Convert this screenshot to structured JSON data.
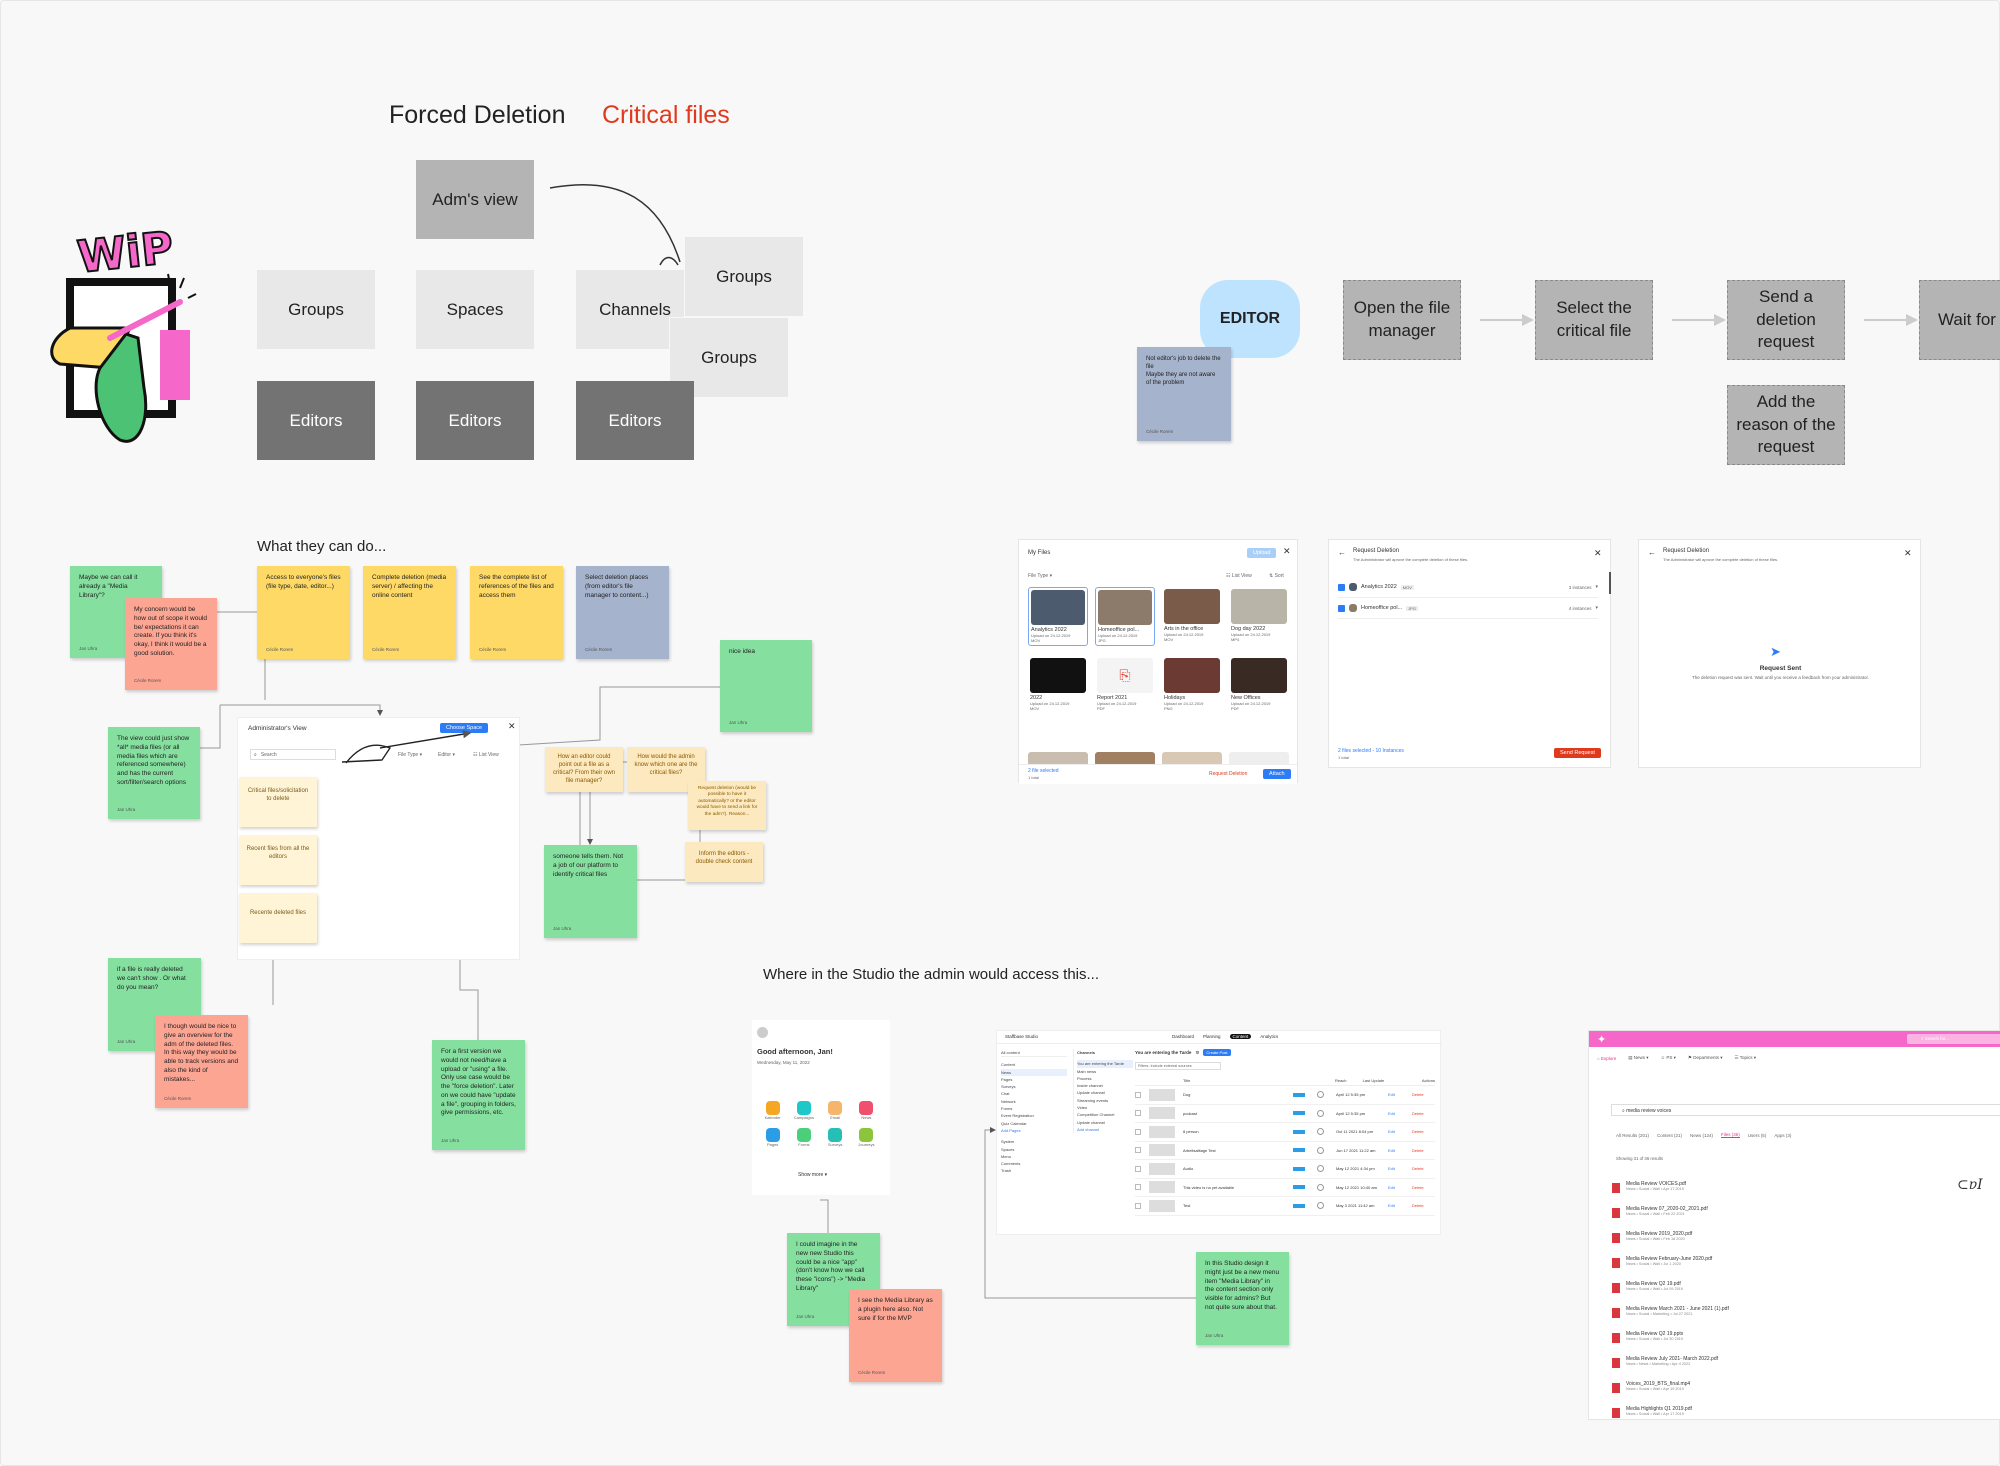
{
  "headings": {
    "forced_deletion": "Forced Deletion",
    "critical_files": "Critical files",
    "what_they_can_do": "What they can do...",
    "where_in_studio": "Where in the Studio the admin would access this..."
  },
  "wip_label": "WIP",
  "hierarchy": {
    "adm_view": "Adm's view",
    "groups": "Groups",
    "spaces": "Spaces",
    "channels": "Channels",
    "editors": "Editors",
    "groups_overlay_1": "Groups",
    "groups_overlay_2": "Groups"
  },
  "flow": {
    "editor": "EDITOR",
    "steps": [
      "Open the file manager",
      "Select the critical file",
      "Send a deletion request",
      "Wait for the adm's act"
    ],
    "extra_step": "Add the reason of the request"
  },
  "stickies": {
    "editor_note": {
      "text": "Not editor's job to delete the file\nMaybe they are not aware of the problem",
      "author": "Cécile Rorem"
    },
    "s1": {
      "text": "Maybe we can call it already a \"Media Library\"?",
      "author": "Jan Uhra"
    },
    "s2": {
      "text": "My concern would be how out of scope it would be/ expectations it can create. If you think it's okay, I think it would be a good solution.",
      "author": "Cécile Rorem"
    },
    "y1": {
      "text": "Access to everyone's files (file type, date, editor...)",
      "author": "Cécile Rorem"
    },
    "y2": {
      "text": "Complete deletion (media server) / affecting the online content",
      "author": "Cécile Rorem"
    },
    "y3": {
      "text": "See the complete list of references of the files and access them",
      "author": "Cécile Rorem"
    },
    "b1": {
      "text": "Select deletion places (from editor's file manager to content...)",
      "author": "Cécile Rorem"
    },
    "nice": {
      "text": "nice idea",
      "author": "Jan Uhra"
    },
    "g_view": {
      "text": "The view could just show *all* media files (or all media files which are referenced somewhere) and has the current sort/filter/search options",
      "author": "Jan Uhra"
    },
    "q1": {
      "text": "How an editor could point out a file as a critical? From their own file manager?"
    },
    "q2": {
      "text": "How would the admin know which one are the critical files?"
    },
    "q3": {
      "text": "Request deletion (would be possible to have it automatically? or the editor would have to send a link for the adm?). Reason..."
    },
    "q4": {
      "text": "Inform the editors - double check content"
    },
    "g_someone": {
      "text": "someone tells them. Not a job of our platform to identify critical files",
      "author": "Jan Uhra"
    },
    "g_deleted": {
      "text": "if a file is really deleted we can't show . Or what do you mean?",
      "author": "Jan Uhra"
    },
    "p_overview": {
      "text": "I though would be nice to give an overview for the adm of the deleted files. In this way they would be able to track versions and also the kind of mistakes...",
      "author": "Cécile Rorem"
    },
    "g_first": {
      "text": "For a first version we would not need/have a upload or \"using\" a file. Only use case would be the \"force deletion\". Later on we could have \"update a file\", grouping in folders, give permissions, etc.",
      "author": "Jan Uhra"
    },
    "g_app": {
      "text": "I could imagine in the new new Studio this could be a nice \"app\" (don't know how we call these \"icons\") -> \"Media Library\"",
      "author": "Jan Uhra"
    },
    "p_plugin": {
      "text": "I see the Media Library as a plugin here also. Not sure if for the MVP",
      "author": "Cécile Rorem"
    },
    "g_studio": {
      "text": "In this Studio design it might just be a new menu item \"Media Library\" in the content section only visible for admins? But not quite sure about that.",
      "author": "Jan Uhra"
    }
  },
  "admin_view": {
    "title": "Administrator's View",
    "button": "Choose Space",
    "search": "Search",
    "filter_type": "File Type",
    "filter_editor": "Editor",
    "list_view": "List View",
    "cards": [
      "Critical files/solicitation to delete",
      "Recent files from all the editors",
      "Recente deleted files"
    ]
  },
  "my_files": {
    "title": "My Files",
    "upload": "Upload",
    "file_type": "File Type",
    "list_view": "List View",
    "sort": "Sort",
    "files": [
      {
        "name": "Analytics 2022",
        "date": "Upload on 24.12.2019",
        "tag": "MOV"
      },
      {
        "name": "Homeoffice pol...",
        "date": "Upload on 24.12.2019",
        "tag": "JPG"
      },
      {
        "name": "Arts in the office",
        "date": "Upload on 24.12.2019",
        "tag": "MOV"
      },
      {
        "name": "Dog day 2022",
        "date": "Upload on 24.12.2019",
        "tag": "MP4"
      },
      {
        "name": "2022",
        "date": "Upload on 24.12.2019",
        "tag": "MOV"
      },
      {
        "name": "Report 2021",
        "date": "Upload on 24.12.2019",
        "tag": "PDF"
      },
      {
        "name": "Holidays",
        "date": "Upload on 24.12.2019",
        "tag": "PNG"
      },
      {
        "name": "New Offices",
        "date": "Upload on 24.12.2019",
        "tag": "PDF"
      }
    ],
    "selected": "2 file selected",
    "total": "1 total",
    "request": "Request Deletion",
    "attach": "Attach"
  },
  "request_panel": {
    "title": "Request Deletion",
    "subtitle": "The Administrator will aprove the complete deletion of these files.",
    "items": [
      {
        "name": "Analytics 2022",
        "tag": "MOV",
        "instances": "3 instances"
      },
      {
        "name": "Homeoffice pol...",
        "tag": "JPG",
        "instances": "4 instances"
      }
    ],
    "footer": "2 files selected - 10 Instances",
    "footer_sub": "1 total",
    "send": "Send Request"
  },
  "sent_panel": {
    "title": "Request Deletion",
    "subtitle": "The Administrator will aprove the complete deletion of these files.",
    "sent": "Request Sent",
    "message": "The deletion request was sent. Wait until you receive a feedback from your administrator."
  },
  "home_panel": {
    "greeting": "Good afternoon, Jan!",
    "date": "Wednesday, May 11, 2022",
    "apps": [
      "Kalender",
      "Campaigns",
      "Email",
      "News",
      "Pages",
      "Forms",
      "Surveys",
      "Journeys"
    ],
    "more": "Show more"
  },
  "studio_panel": {
    "brand": "Staffbase Studio",
    "nav": [
      "Dashboard",
      "Planning",
      "Content",
      "Analytics"
    ],
    "sidebar": [
      "All content",
      "Content",
      "News",
      "Pages",
      "Surveys",
      "Chat",
      "Network",
      "Forms",
      "Event Registration",
      "Quiz Calendar",
      "Add Pages",
      "System",
      "Spaces",
      "Menu",
      "Comments",
      "Trash"
    ],
    "channels": "Channels",
    "channel_items": [
      "You are entering the Tarde",
      "Main news",
      "Process",
      "Inside channel",
      "Update channel",
      "Streaming events",
      "Video",
      "Competition Channel",
      "Update channel",
      "Add channel"
    ],
    "heading": "You are entering the Tarde",
    "create": "Create Post",
    "filter": "Filters: Include external sources",
    "columns": [
      "Title",
      "Reach",
      "Last Update",
      "Actions"
    ],
    "rows": [
      {
        "title": "Dog",
        "date": "April 12 5:35 pm"
      },
      {
        "title": "podcast",
        "date": "April 12 5:35 pm"
      },
      {
        "title": "8 person",
        "date": "Oct 11 2021 8:04 pm"
      },
      {
        "title": "Arbeitsalltage Test",
        "date": "Jun 17 2021 11:22 am"
      },
      {
        "title": "Audio",
        "date": "May 12 2021 4:34 pm"
      },
      {
        "title": "This video is no yet available",
        "date": "May 12 2021 10:40 am"
      },
      {
        "title": "Test",
        "date": "May 3 2021 11:42 am"
      }
    ],
    "edit": "Edit",
    "delete": "Delete"
  },
  "search_panel": {
    "search_placeholder": "Search for...",
    "tabs": [
      "Explore",
      "News",
      "PS",
      "Departments",
      "Topics"
    ],
    "query": "media review voices",
    "filters": [
      "All Results (201)",
      "Content (21)",
      "News (124)",
      "Files (36)",
      "Users (5)",
      "Apps (3)"
    ],
    "count": "Showing 31 of 36 results",
    "files": [
      {
        "name": "Media Review VOICES.pdf",
        "meta": "News • Social • Wall • Apr 17 2019"
      },
      {
        "name": "Media Review 07_2020-02_2021.pdf",
        "meta": "News • Social • Wall • Feb 22 2021"
      },
      {
        "name": "Media Review 2019_2020.pdf",
        "meta": "News • Social • Wall • Feb 18 2020"
      },
      {
        "name": "Media Review February-June 2020.pdf",
        "meta": "News • Social • Wall • Jul 1 2020"
      },
      {
        "name": "Media Review Q2 19.pdf",
        "meta": "News • Social • Wall • Jul 09 2019"
      },
      {
        "name": "Media Review March 2021 - June 2021 (1).pdf",
        "meta": "News • Social • Marketing • Jul 27 2021"
      },
      {
        "name": "Media Review Q2 19.pptx",
        "meta": "News • Social • Wall • Jul 30 2019"
      },
      {
        "name": "Media Review July 2021- March 2022.pdf",
        "meta": "News • News • Marketing • Apr 4 2022"
      },
      {
        "name": "Voices_2019_BTS_final.mp4",
        "meta": "News • Social • Wall • Apr 19 2019"
      },
      {
        "name": "Media Highlights Q1 2019.pdf",
        "meta": "News • Social • Wall • Apr 17 2019"
      }
    ]
  },
  "colors": {
    "accent": "#e03a1e",
    "editor_pill": "#bde3ff",
    "sticky_yellow": "#ffd966",
    "sticky_green": "#85e0a0",
    "sticky_pink": "#fda593",
    "sticky_blue": "#a6b3cc",
    "brand_pink": "#f567c8"
  }
}
